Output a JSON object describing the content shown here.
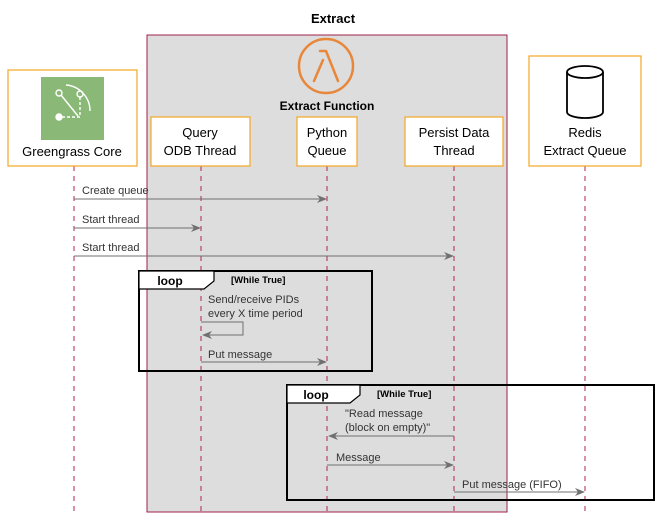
{
  "diagram": {
    "group": {
      "title": "Extract",
      "subtitle": "Extract Function"
    },
    "participants": {
      "greengrass": [
        "Greengrass Core"
      ],
      "query": [
        "Query",
        "ODB Thread"
      ],
      "python": [
        "Python",
        "Queue"
      ],
      "persist": [
        "Persist Data",
        "Thread"
      ],
      "redis": [
        "Redis",
        "Extract Queue"
      ]
    },
    "messages": [
      {
        "from": "greengrass",
        "to": "python",
        "lines": [
          "Create queue"
        ]
      },
      {
        "from": "greengrass",
        "to": "query",
        "lines": [
          "Start thread"
        ]
      },
      {
        "from": "greengrass",
        "to": "persist",
        "lines": [
          "Start thread"
        ]
      },
      {
        "from": "query",
        "to": "query",
        "lines": [
          "Send/receive PIDs",
          "every X time period"
        ]
      },
      {
        "from": "query",
        "to": "python",
        "lines": [
          "Put message"
        ]
      },
      {
        "from": "persist",
        "to": "python",
        "lines": [
          "\"Read message",
          "(block on empty)\""
        ]
      },
      {
        "from": "python",
        "to": "persist",
        "lines": [
          "Message"
        ]
      },
      {
        "from": "persist",
        "to": "redis",
        "lines": [
          "Put message (FIFO)"
        ]
      }
    ],
    "loops": [
      {
        "label": "loop",
        "condition": "[While True]"
      },
      {
        "label": "loop",
        "condition": "[While True]"
      }
    ],
    "colors": {
      "participant_border": "#f5a623",
      "group_border": "#a0204a",
      "group_fill": "#dddddd",
      "lifeline": "#b0254a",
      "greengrass_icon": "#8ab977",
      "lambda_icon": "#e8873a"
    },
    "icons": {
      "greengrass": "greengrass-icon",
      "lambda": "lambda-icon",
      "redis": "database-cylinder-icon"
    }
  }
}
